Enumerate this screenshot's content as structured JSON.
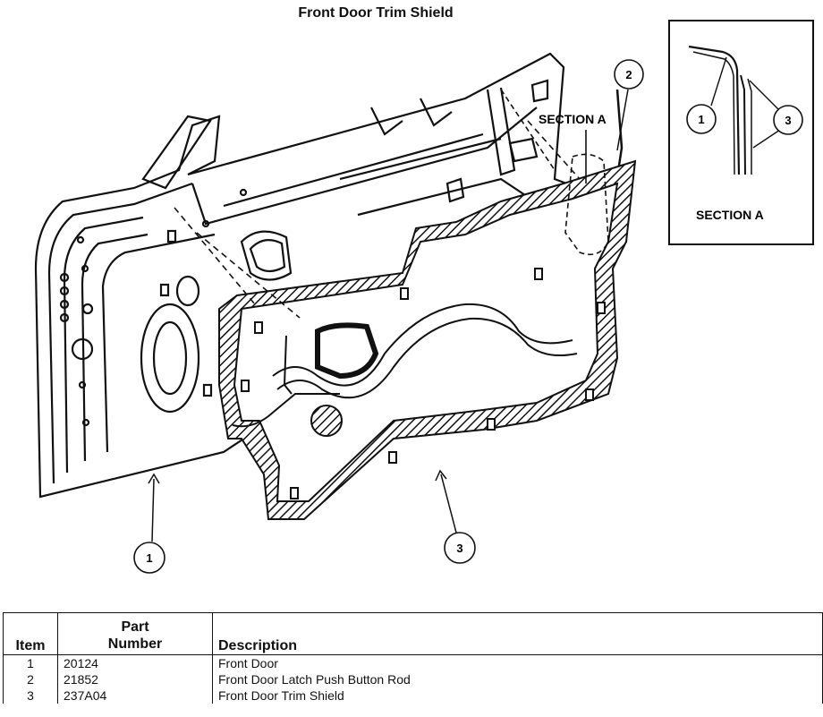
{
  "title": "Front Door Trim Shield",
  "section_label_main": "SECTION A",
  "inset_title": "SECTION A",
  "callouts": {
    "door": "1",
    "rod": "2",
    "shield": "3",
    "inset_door": "1",
    "inset_shield": "3"
  },
  "table": {
    "headers": {
      "item": "Item",
      "part_number_line1": "Part",
      "part_number_line2": "Number",
      "description": "Description"
    },
    "rows": [
      {
        "item": "1",
        "part_number": "20124",
        "description": "Front Door"
      },
      {
        "item": "2",
        "part_number": "21852",
        "description": "Front Door Latch Push Button Rod"
      },
      {
        "item": "3",
        "part_number": "237A04",
        "description": "Front Door Trim Shield"
      }
    ]
  }
}
